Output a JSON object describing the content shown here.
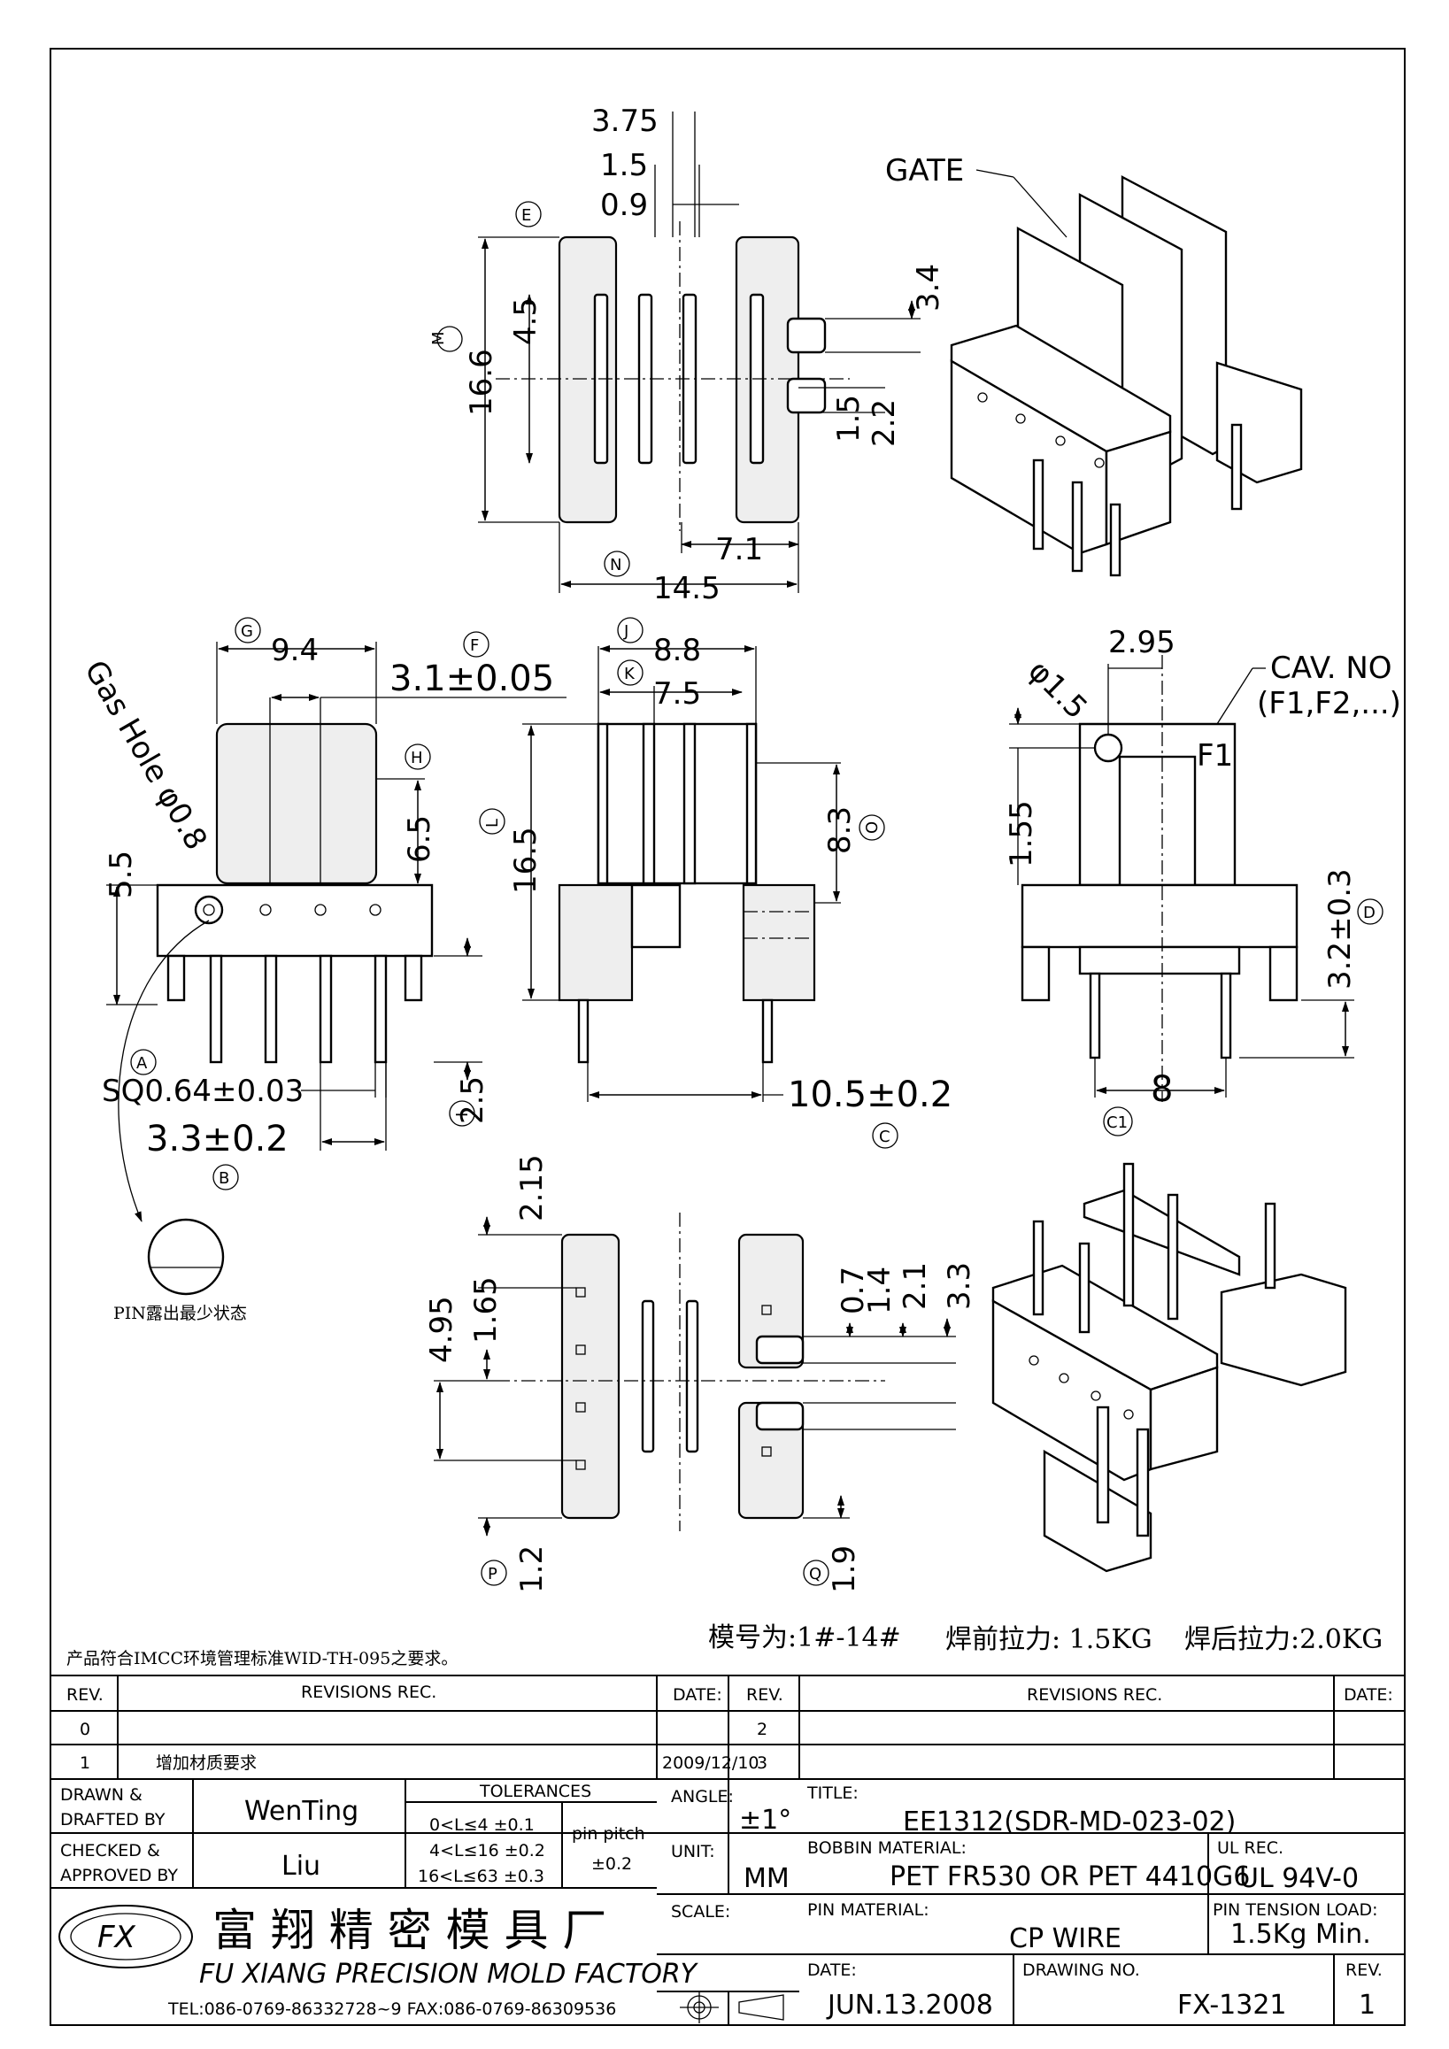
{
  "drawing": {
    "top_view": {
      "dims": [
        "3.75",
        "1.5",
        "0.9",
        "4.5",
        "3.4",
        "16.6",
        "1.5",
        "2.2",
        "7.1",
        "14.5"
      ],
      "refs": [
        "E",
        "M",
        "N"
      ]
    },
    "gate_label": "GATE",
    "front_view": {
      "dims": [
        "9.4",
        "3.1±0.05",
        "6.5",
        "5.5",
        "SQ0.64±0.03",
        "3.3±0.2",
        "2.5"
      ],
      "refs": [
        "G",
        "F",
        "H",
        "A",
        "B",
        "I"
      ],
      "gas_hole": "Gas Hole φ0.8",
      "pin_note": "PIN露出最少状态"
    },
    "side_view": {
      "dims": [
        "8.8",
        "7.5",
        "16.5",
        "8.3",
        "10.5±0.2"
      ],
      "refs": [
        "J",
        "K",
        "L",
        "O",
        "C"
      ]
    },
    "end_view": {
      "dims": [
        "2.95",
        "φ1.5",
        "1.55",
        "3.2±0.3",
        "8"
      ],
      "refs": [
        "D",
        "C1"
      ],
      "cav_no": "CAV. NO",
      "cav_list": "(F1,F2,...)",
      "cav_mark": "F1"
    },
    "bottom_view": {
      "dims": [
        "2.15",
        "4.95",
        "1.65",
        "1.2",
        "0.7",
        "1.4",
        "2.1",
        "3.3",
        "1.9"
      ],
      "refs": [
        "P",
        "Q"
      ]
    }
  },
  "notes": {
    "imcc": "产品符合IMCC环境管理标准WID-TH-095之要求。",
    "model": "模号为:1#-14#",
    "pull_before": "焊前拉力: 1.5KG",
    "pull_after": "焊后拉力:2.0KG"
  },
  "revisions": {
    "headers": [
      "REV.",
      "REVISIONS  REC.",
      "DATE:",
      "REV.",
      "REVISIONS  REC.",
      "DATE:"
    ],
    "rows": [
      {
        "rev": "0",
        "rec": "",
        "date": "",
        "rev2": "2"
      },
      {
        "rev": "1",
        "rec": "增加材质要求",
        "date": "2009/12/10",
        "rev2": "3"
      }
    ]
  },
  "title_block": {
    "drawn_label_1": "DRAWN &",
    "drawn_label_2": "DRAFTED BY",
    "drawn_by": "WenTing",
    "checked_label_1": "CHECKED &",
    "checked_label_2": "APPROVED BY",
    "checked_by": "Liu",
    "tolerances_label": "TOLERANCES",
    "tol_rows": [
      "0<L≤4    ±0.1",
      "4<L≤16  ±0.2",
      "16<L≤63  ±0.3"
    ],
    "pin_pitch_label": "pin pitch",
    "pin_pitch_value": "±0.2",
    "angle_label": "ANGLE:",
    "angle_value": "±1°",
    "unit_label": "UNIT:",
    "unit_value": "MM",
    "scale_label": "SCALE:",
    "title_label": "TITLE:",
    "title_value": "EE1312(SDR-MD-023-02)",
    "bobbin_label": "BOBBIN MATERIAL:",
    "bobbin_value": "PET FR530  OR  PET 4410G6",
    "ul_label": "UL REC.",
    "ul_value": "UL 94V-0",
    "pin_material_label": "PIN MATERIAL:",
    "pin_material_value": "CP WIRE",
    "pin_tension_label": "PIN TENSION LOAD:",
    "pin_tension_value": "1.5Kg Min.",
    "date_label": "DATE:",
    "date_value": "JUN.13.2008",
    "drawing_no_label": "DRAWING NO.",
    "drawing_no_value": "FX-1321",
    "rev_label": "REV.",
    "rev_value": "1",
    "company_cn": "富 翔 精 密 模 具 厂",
    "company_en": "FU XIANG PRECISION MOLD FACTORY",
    "contact": "TEL:086-0769-86332728~9   FAX:086-0769-86309536",
    "logo_text": "FX"
  }
}
